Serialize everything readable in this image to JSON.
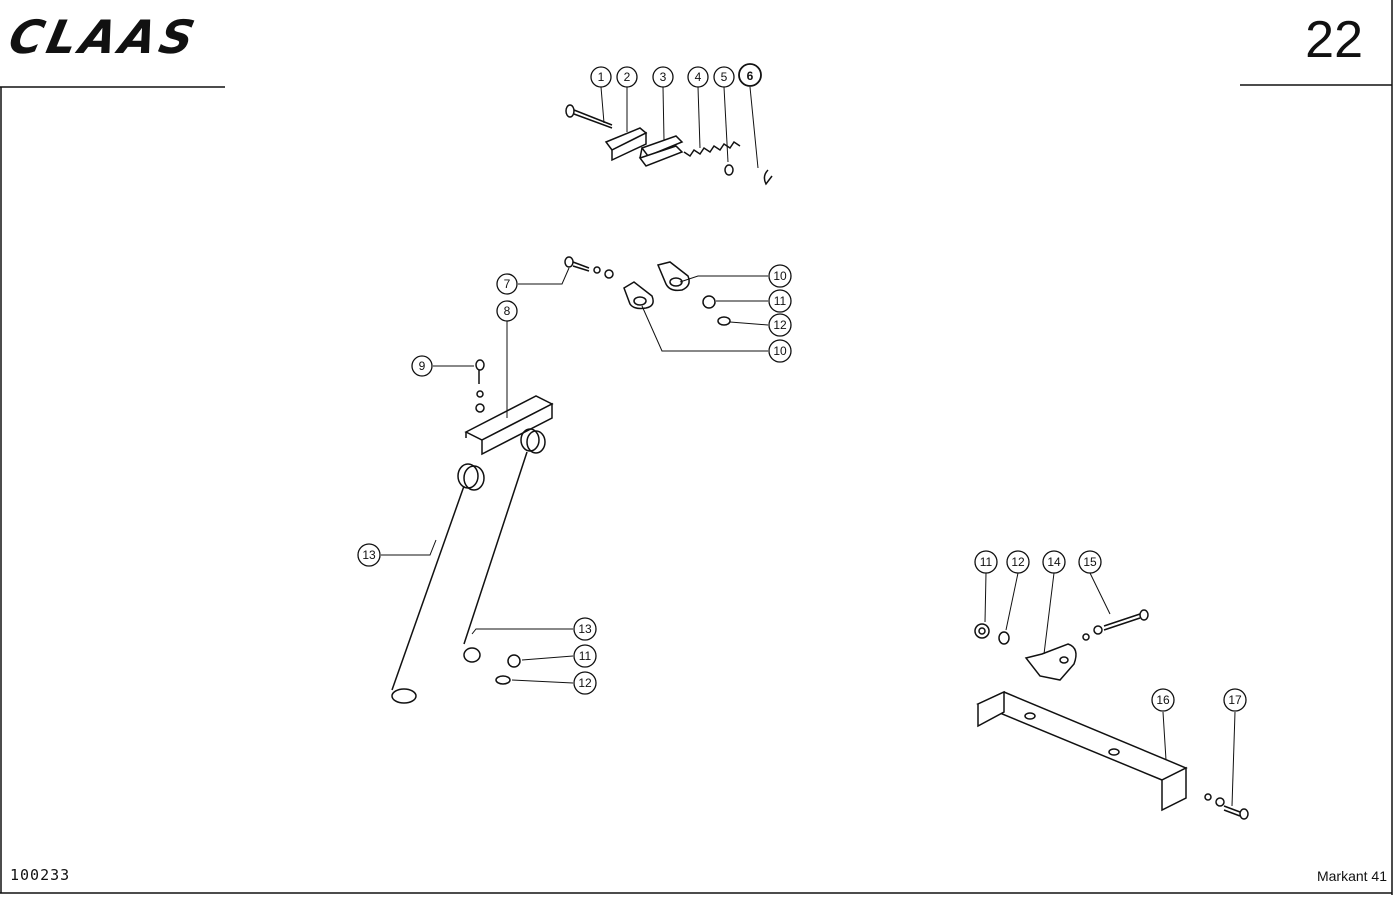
{
  "header": {
    "brand": "CLAAS",
    "page_number": "22"
  },
  "footer": {
    "doc_number": "100233",
    "model": "Markant 41"
  },
  "callouts": [
    "1",
    "2",
    "3",
    "4",
    "5",
    "6",
    "7",
    "8",
    "9",
    "10",
    "11",
    "12",
    "10",
    "13",
    "13",
    "11",
    "12",
    "11",
    "12",
    "14",
    "15",
    "16",
    "17"
  ]
}
